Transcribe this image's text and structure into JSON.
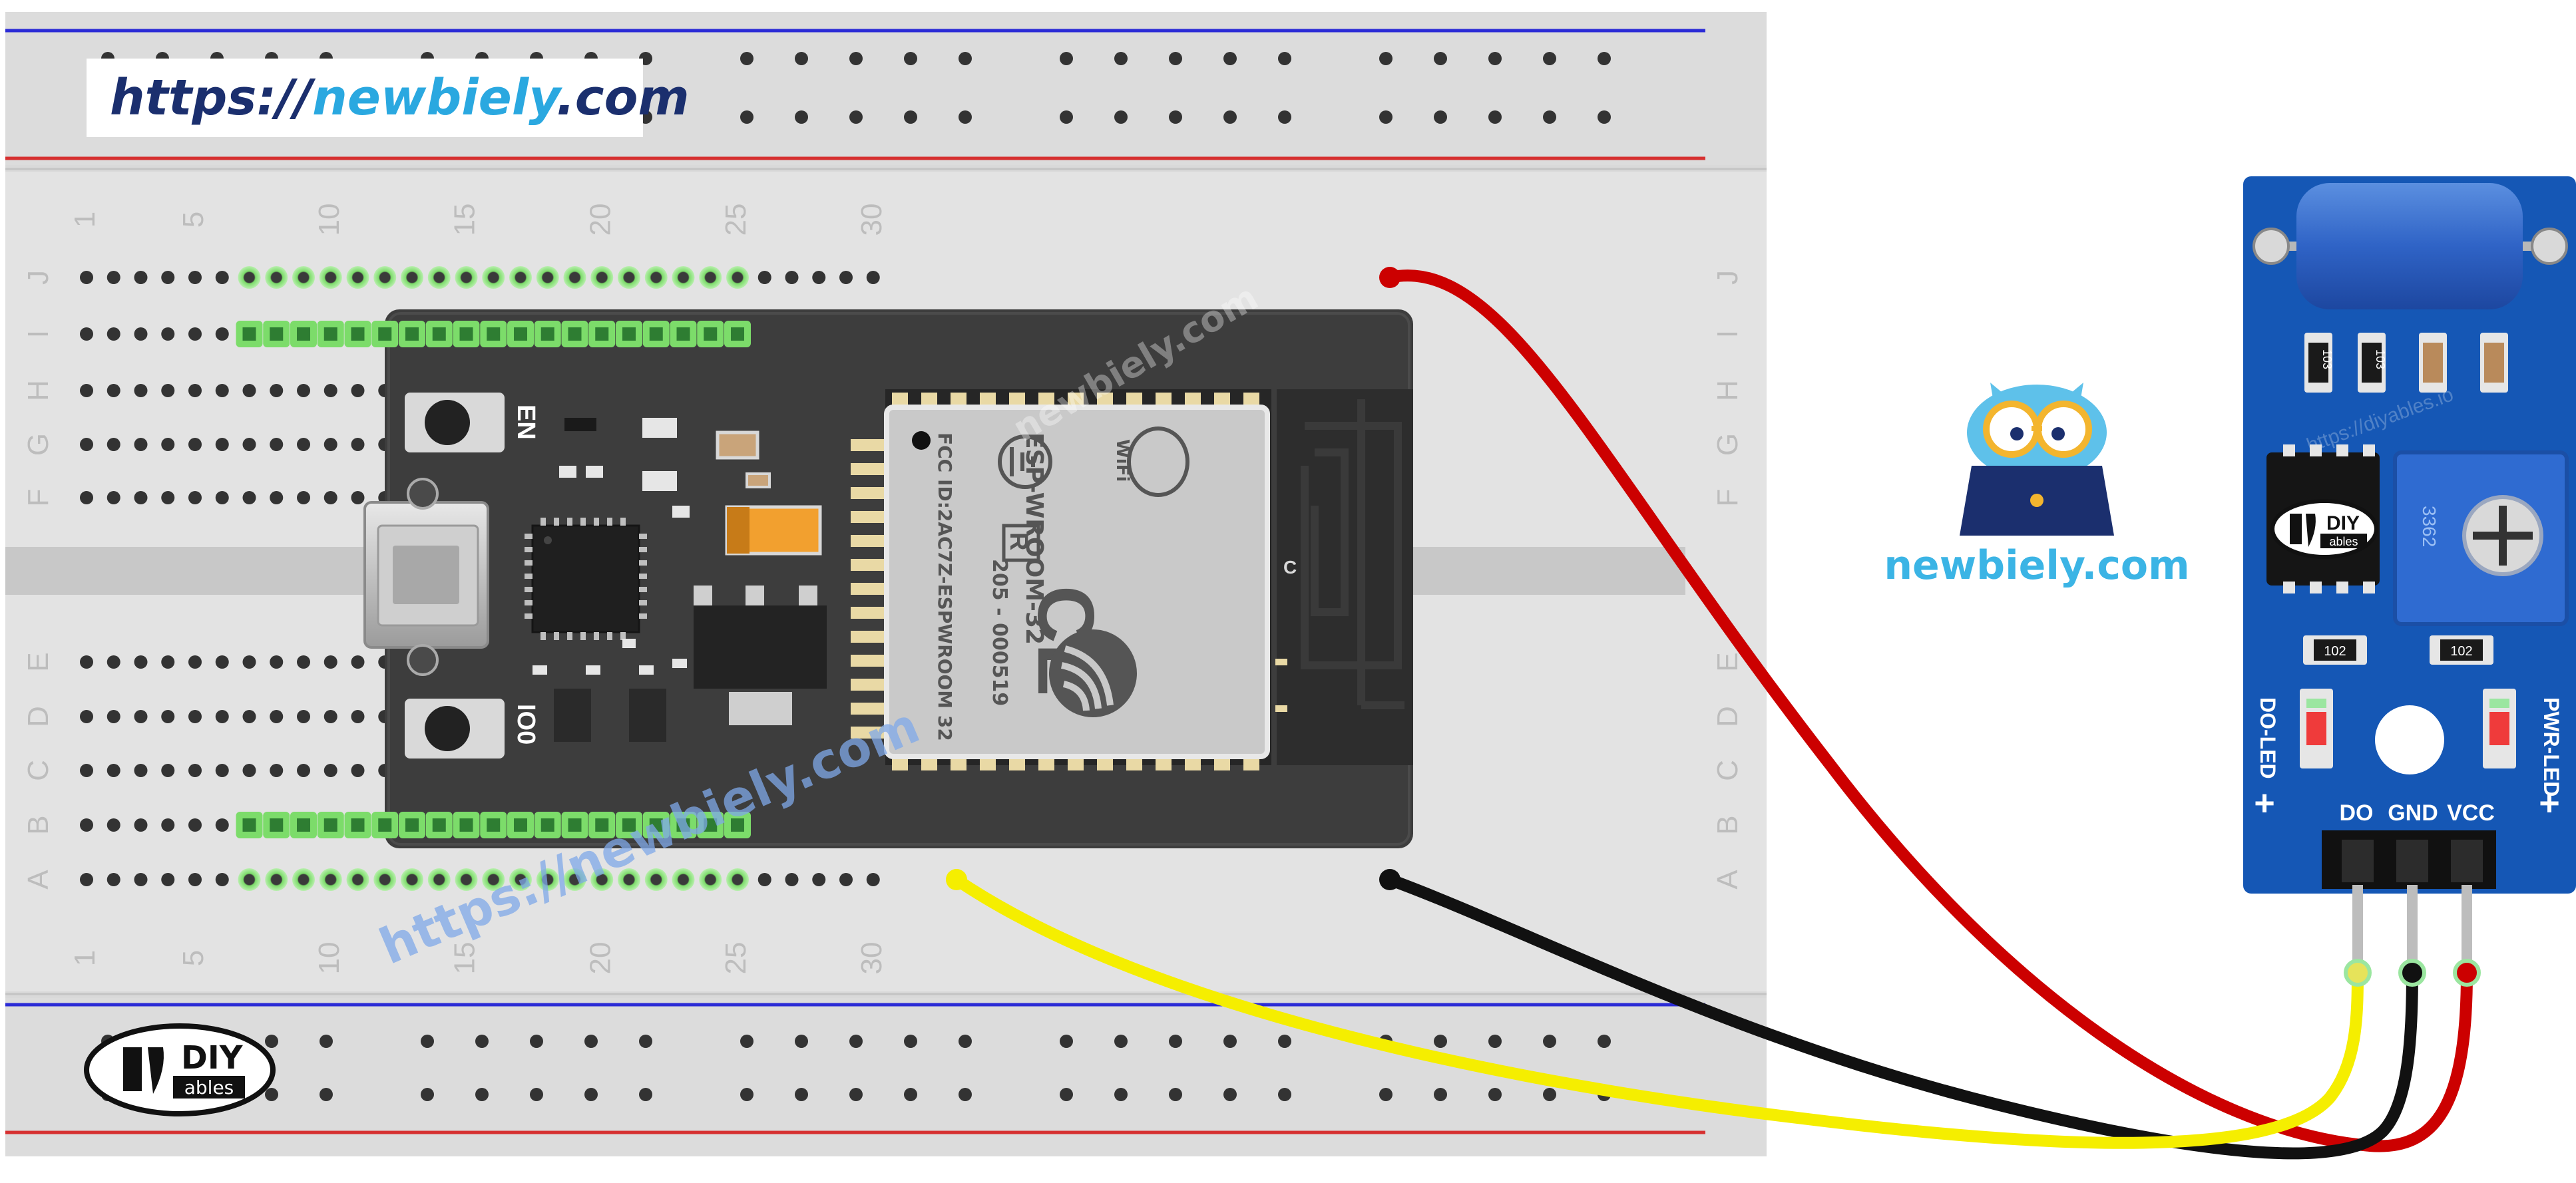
{
  "watermark_top": {
    "prefix": "https://",
    "brand": "newbiely",
    "suffix": ".com"
  },
  "watermark_diag_chip": "newbiely.com",
  "watermark_diag_bottom": "https://newbiely.com",
  "breadboard": {
    "column_numbers": [
      "1",
      "5",
      "10",
      "15",
      "20",
      "25",
      "30"
    ],
    "row_letters_top": [
      "J",
      "I",
      "H",
      "G",
      "F"
    ],
    "row_letters_bottom": [
      "E",
      "D",
      "C",
      "B",
      "A"
    ]
  },
  "esp32": {
    "button_en": "EN",
    "button_io0": "IO0",
    "module": {
      "wifi": "WiFi",
      "model": "ESP-WROOM-32",
      "fcc": "FCC ID:2AC7Z-ESPWROOM 32",
      "cert": "205 - 000519",
      "r_mark": "R",
      "ce": "CE",
      "antenna_c": "C"
    }
  },
  "brand_logo": {
    "text": "newbiely.com"
  },
  "diyables_logo": {
    "line1": "DIY",
    "line2": "ables"
  },
  "sensor": {
    "resistors_top": [
      "103",
      "103"
    ],
    "resistors_bottom": [
      "102",
      "102"
    ],
    "pot_label": "3362",
    "chip_logo_line1": "DIY",
    "chip_logo_line2": "ables",
    "led_do": "DO-LED",
    "led_pwr": "PWR-LED",
    "pins": [
      "DO",
      "GND",
      "VCC"
    ],
    "plus": "+",
    "url_faint": "https://diyables.io"
  },
  "wires": [
    {
      "name": "yellow-wire",
      "color": "#f5ee00",
      "from": "breadboard A-16",
      "to": "DO"
    },
    {
      "name": "black-wire",
      "color": "#111111",
      "from": "breadboard A-25",
      "to": "GND"
    },
    {
      "name": "red-wire",
      "color": "#cc0000",
      "from": "breadboard J-25",
      "to": "VCC"
    }
  ]
}
